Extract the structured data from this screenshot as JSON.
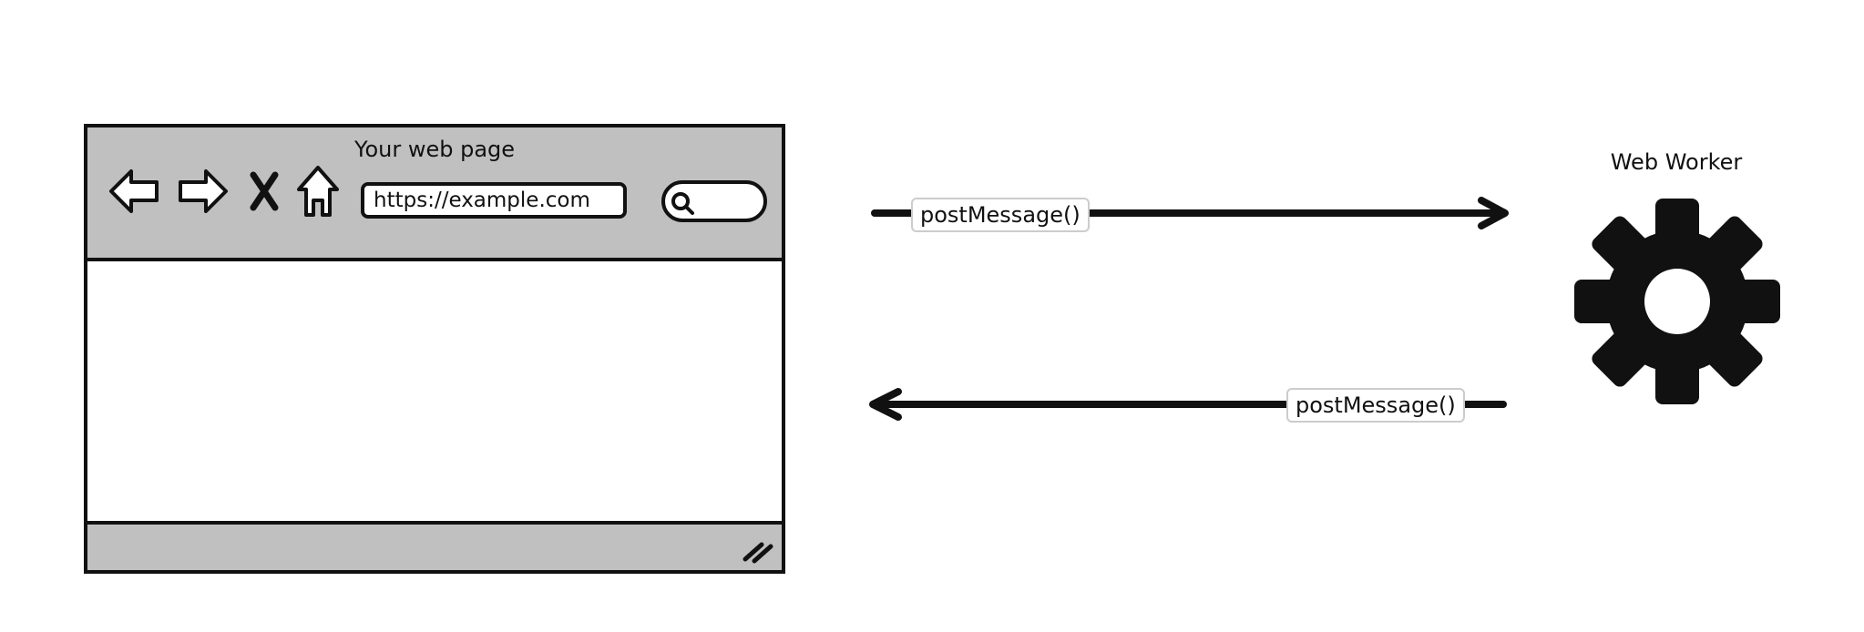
{
  "browser": {
    "title": "Your web page",
    "url": "https://example.com",
    "icons": [
      "back-arrow-icon",
      "forward-arrow-icon",
      "close-icon",
      "home-icon",
      "search-icon",
      "resize-handle-icon"
    ]
  },
  "messages": {
    "to_worker": "postMessage()",
    "from_worker": "postMessage()"
  },
  "worker": {
    "title": "Web Worker",
    "icon": "gear-icon"
  },
  "colors": {
    "chrome": "#c0c0c0",
    "ink": "#111111"
  }
}
